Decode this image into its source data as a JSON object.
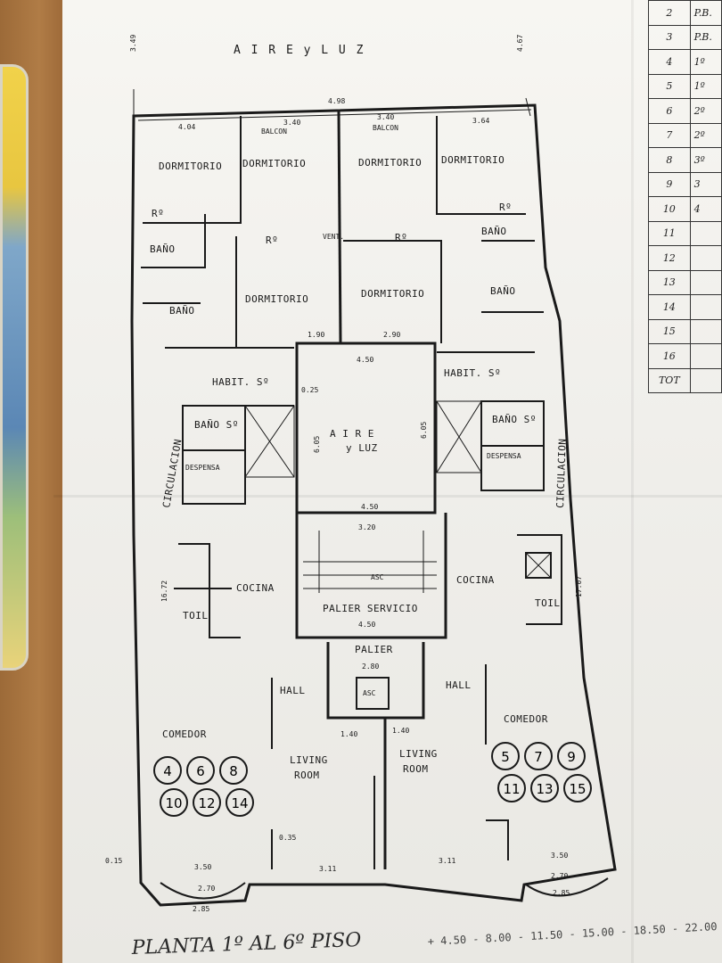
{
  "plan": {
    "title": "PLANTA 1º AL 6º PISO",
    "footer_heights": "+ 4.50 - 8.00 - 11.50 - 15.00 - 18.50 - 22.00 -",
    "top_label": "A I R E  y  L U Z",
    "rooms": {
      "dormitorio": "DORMITORIO",
      "bano": "BAÑO",
      "ro": "Rº",
      "habit_s": "HABIT. Sº",
      "bano_s": "BAÑO Sº",
      "despensa": "DESPENSA",
      "circulacion": "CIRCULACION",
      "cocina": "COCINA",
      "toil": "TOIL",
      "palier_servicio": "PALIER SERVICIO",
      "palier": "PALIER",
      "hall": "HALL",
      "comedor": "COMEDOR",
      "living": "LIVING",
      "room": "ROOM",
      "balcon": "BALCON",
      "vent": "VENT.",
      "aire_luz_1": "A I R E",
      "aire_luz_2": "y LUZ",
      "asc": "ASC"
    },
    "dims": {
      "top_width": "4.98",
      "d_349": "3.49",
      "d_467": "4.67",
      "d_404": "4.04",
      "d_340a": "3.40",
      "d_340b": "3.40",
      "d_364": "3.64",
      "d_450a": "4.50",
      "d_450b": "4.50",
      "d_450c": "4.50",
      "d_320": "3.20",
      "d_280": "2.80",
      "d_190": "1.90",
      "d_290": "2.90",
      "d_605a": "6.05",
      "d_605b": "6.05",
      "d_1672": "16.72",
      "d_1707": "17.07",
      "d_350a": "3.50",
      "d_350b": "3.50",
      "d_270a": "2.70",
      "d_270b": "2.70",
      "d_285a": "2.85",
      "d_285b": "2.85",
      "d_311a": "3.11",
      "d_311b": "3.11",
      "d_140a": "1.40",
      "d_140b": "1.40",
      "d_025": "0.25",
      "d_015": "0.15",
      "d_035": "0.35"
    },
    "units_left": [
      "4",
      "6",
      "8",
      "10",
      "12",
      "14"
    ],
    "units_right": [
      "5",
      "7",
      "9",
      "11",
      "13",
      "15"
    ]
  },
  "table": {
    "rows": [
      {
        "n": "2",
        "v": "P.B."
      },
      {
        "n": "3",
        "v": "P.B."
      },
      {
        "n": "4",
        "v": "1º"
      },
      {
        "n": "5",
        "v": "1º"
      },
      {
        "n": "6",
        "v": "2º"
      },
      {
        "n": "7",
        "v": "2º"
      },
      {
        "n": "8",
        "v": "3º"
      },
      {
        "n": "9",
        "v": "3"
      },
      {
        "n": "10",
        "v": "4"
      },
      {
        "n": "11",
        "v": ""
      },
      {
        "n": "12",
        "v": ""
      },
      {
        "n": "13",
        "v": ""
      },
      {
        "n": "14",
        "v": ""
      },
      {
        "n": "15",
        "v": ""
      },
      {
        "n": "16",
        "v": ""
      },
      {
        "n": "TOT",
        "v": ""
      }
    ]
  }
}
